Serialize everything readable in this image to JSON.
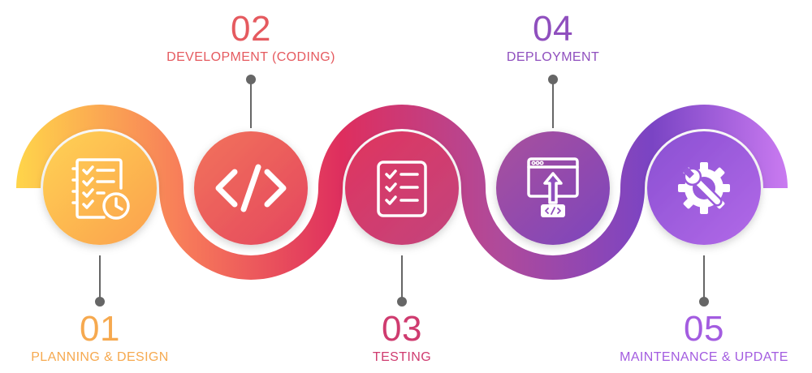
{
  "colors": {
    "orange": "#FDB351",
    "coral": "#EF5E5E",
    "crimson": "#DB3B6E",
    "purple": "#8F4FBE",
    "violet": "#A35CE0",
    "connector": "#666666"
  },
  "steps": [
    {
      "number": "01",
      "label": "PLANNING & DESIGN",
      "icon": "checklist-clock-icon",
      "color": "#F6A94F"
    },
    {
      "number": "02",
      "label": "DEVELOPMENT (CODING)",
      "icon": "code-brackets-icon",
      "color": "#E55A5F"
    },
    {
      "number": "03",
      "label": "TESTING",
      "icon": "checklist-icon",
      "color": "#CF3B6F"
    },
    {
      "number": "04",
      "label": "DEPLOYMENT",
      "icon": "browser-upload-icon",
      "color": "#8F4FBE"
    },
    {
      "number": "05",
      "label": "MAINTENANCE & UPDATE",
      "icon": "gear-wrench-icon",
      "color": "#A35CE0"
    }
  ]
}
